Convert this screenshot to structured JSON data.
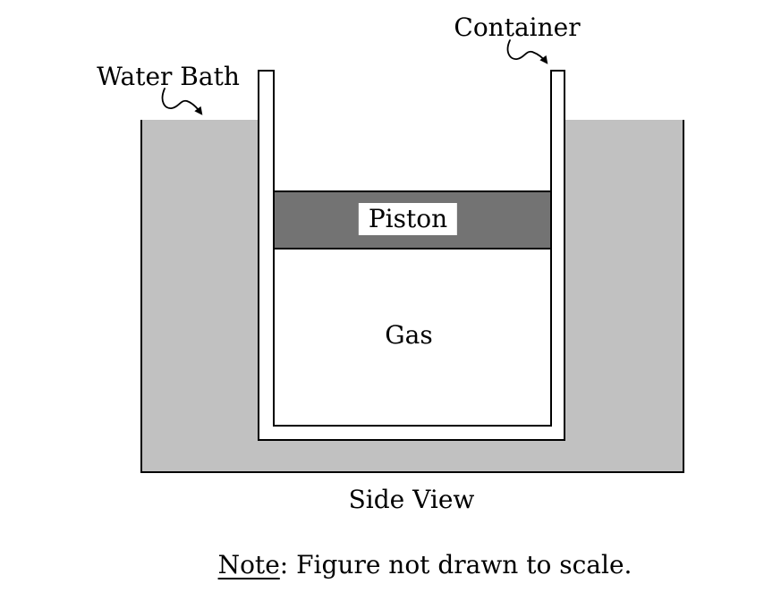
{
  "diagram": {
    "labels": {
      "water_bath": "Water Bath",
      "container": "Container",
      "piston": "Piston",
      "gas": "Gas"
    },
    "caption": "Side View",
    "note": {
      "prefix": "Note",
      "rest": ": Figure not drawn to scale."
    },
    "colors": {
      "water_bath_fill": "#c1c1c1",
      "piston_fill": "#737373",
      "outline": "#000000",
      "background": "#ffffff"
    }
  }
}
